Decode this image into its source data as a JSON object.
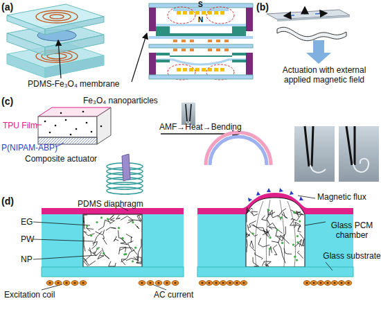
{
  "diagram": {
    "labels": [
      "(a)",
      "PDMS-Fe₃O₄ membrane",
      "S",
      "N",
      "(b)",
      "Actuation with external applied magnetic field",
      "(c)",
      "Fe₃O₄ nanoparticles",
      "TPU Film",
      "P(NIPAM-ABP)",
      "Composite actuator",
      "AMF→Heat→Bending",
      "(d)",
      "EG",
      "PW",
      "NP",
      "Excitation coil",
      "PDMS diaphragm",
      "Magnetic flux",
      "Glass PCM chamber",
      "Glass substrate",
      "AC current"
    ]
  }
}
